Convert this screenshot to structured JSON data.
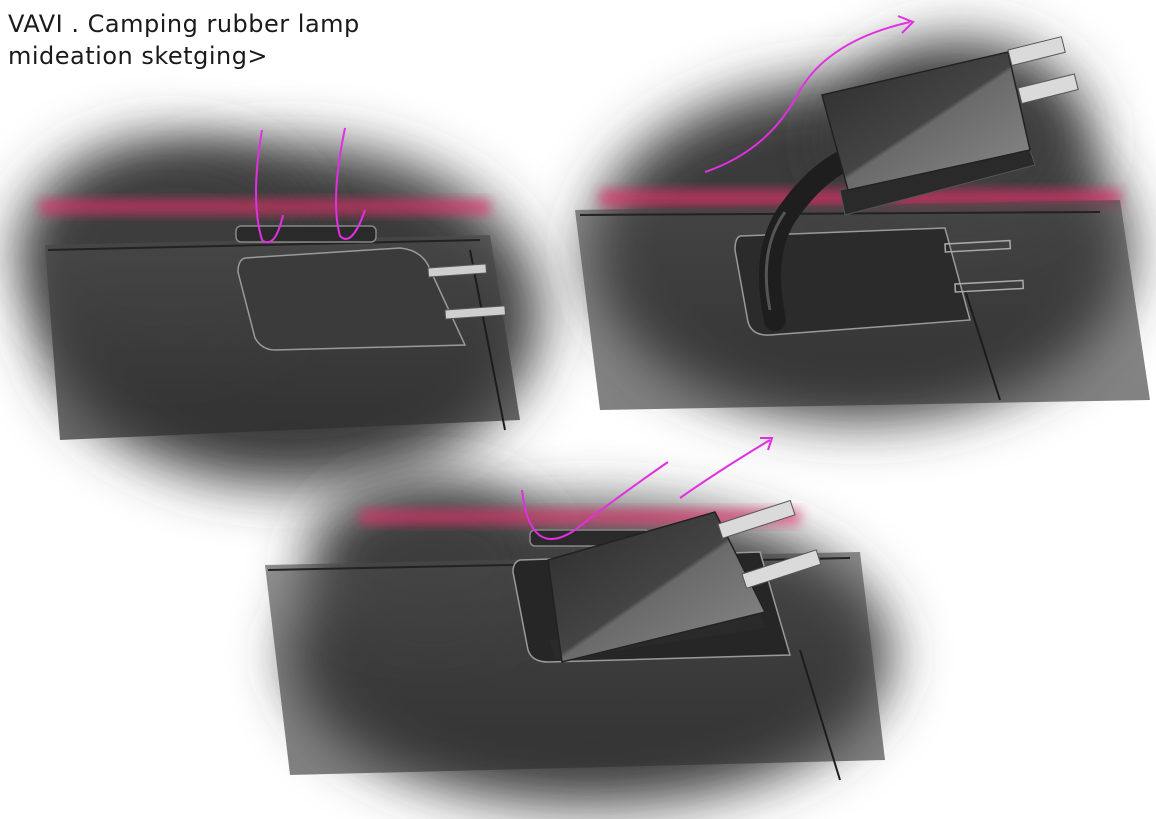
{
  "title": {
    "line1": "VAVI . Camping rubber lamp",
    "line2": "mideation sketging>"
  },
  "colors": {
    "background": "#ffffff",
    "shadow_blob": "#3a3a3a",
    "accent_glow": "#e0306a",
    "motion_arrow": "#e030e0",
    "plug_body": "#3c3c3c",
    "prongs": "#d9d9d9",
    "cable": "#1e1e1e"
  },
  "sketches": [
    {
      "view": "stowed",
      "icon": "plug-slot-closed"
    },
    {
      "view": "pulled-out",
      "icon": "plug-with-cable"
    },
    {
      "view": "inserting",
      "icon": "plug-in-slot"
    }
  ]
}
